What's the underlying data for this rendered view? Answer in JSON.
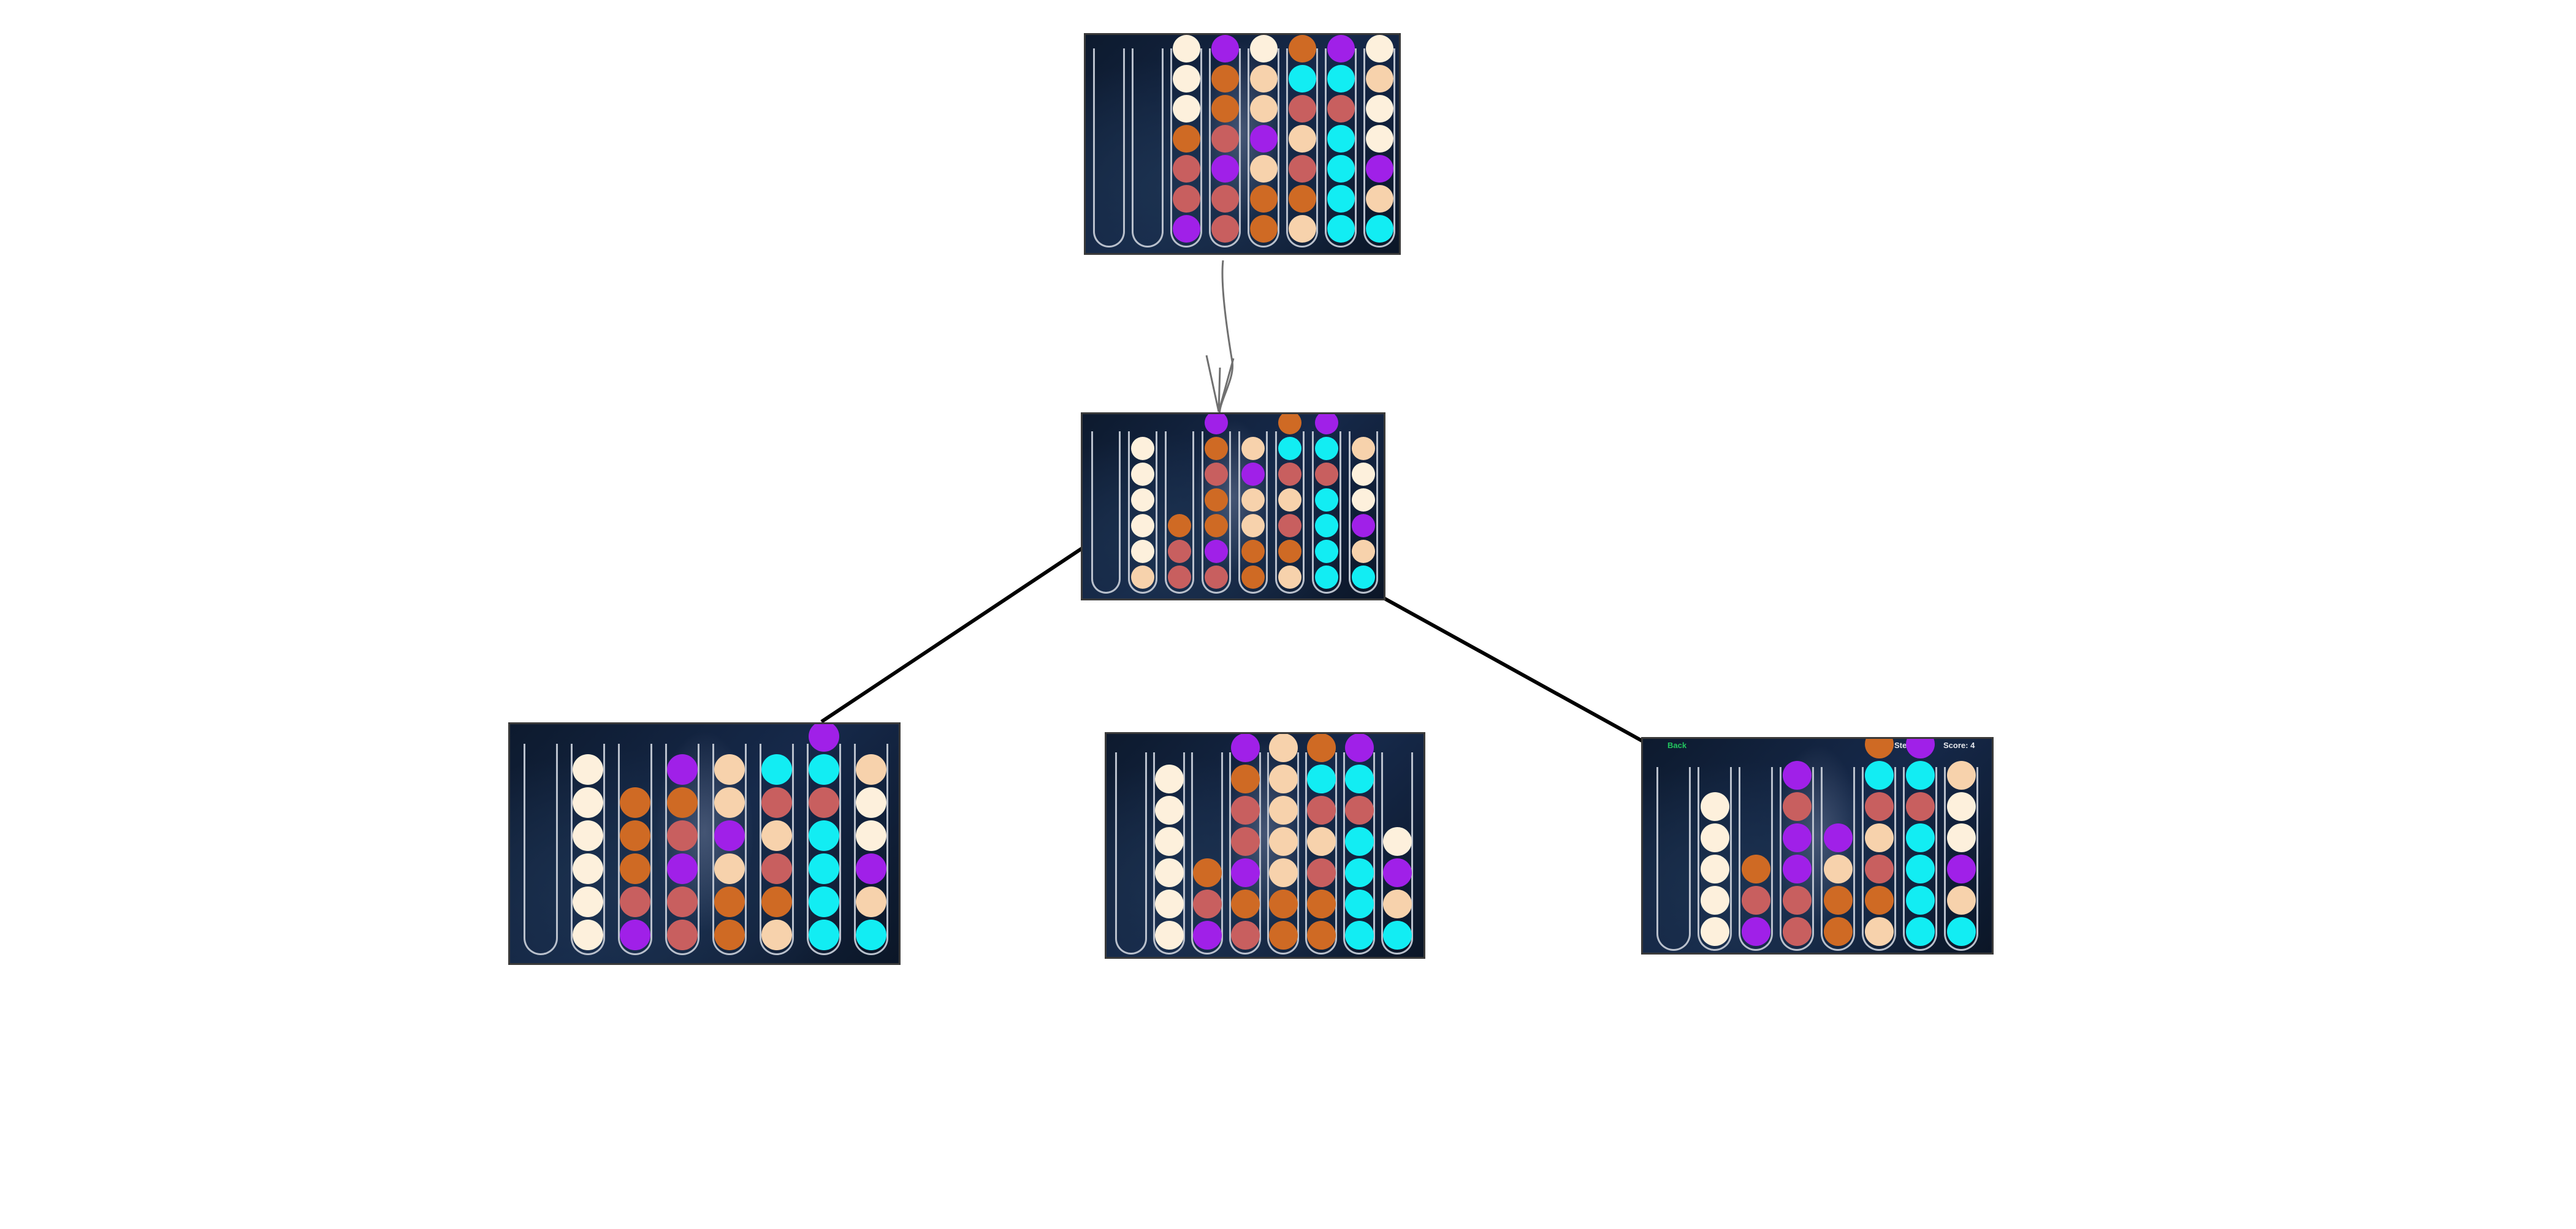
{
  "colors": {
    "cream": "#fdf0dc",
    "orange": "#cf6a24",
    "rose": "#c85f5f",
    "purple": "#a020e8",
    "peach": "#f7d2ac",
    "cyan": "#12edf3"
  },
  "boards": [
    {
      "id": "root",
      "tubes": [
        [],
        [],
        [
          "purple",
          "rose",
          "rose",
          "orange",
          "cream",
          "cream",
          "cream"
        ],
        [
          "rose",
          "rose",
          "purple",
          "rose",
          "orange",
          "orange",
          "purple"
        ],
        [
          "orange",
          "orange",
          "peach",
          "purple",
          "peach",
          "peach",
          "cream"
        ],
        [
          "peach",
          "orange",
          "rose",
          "peach",
          "rose",
          "cyan",
          "orange"
        ],
        [
          "cyan",
          "cyan",
          "cyan",
          "cyan",
          "rose",
          "cyan",
          "purple"
        ],
        [
          "cyan",
          "peach",
          "purple",
          "cream",
          "cream",
          "peach",
          "cream"
        ]
      ]
    },
    {
      "id": "child",
      "tubes": [
        [],
        [
          "peach",
          "cream",
          "cream",
          "cream",
          "cream",
          "cream"
        ],
        [
          "rose",
          "rose",
          "orange"
        ],
        [
          "rose",
          "purple",
          "orange",
          "orange",
          "rose",
          "orange",
          "purple"
        ],
        [
          "orange",
          "orange",
          "peach",
          "peach",
          "purple",
          "peach"
        ],
        [
          "peach",
          "orange",
          "rose",
          "peach",
          "rose",
          "cyan",
          "orange"
        ],
        [
          "cyan",
          "cyan",
          "cyan",
          "cyan",
          "rose",
          "cyan",
          "purple"
        ],
        [
          "cyan",
          "peach",
          "purple",
          "cream",
          "cream",
          "peach"
        ]
      ]
    },
    {
      "id": "grandchild-left",
      "tubes": [
        [],
        [
          "cream",
          "cream",
          "cream",
          "cream",
          "cream",
          "cream"
        ],
        [
          "purple",
          "rose",
          "orange",
          "orange",
          "orange"
        ],
        [
          "rose",
          "rose",
          "purple",
          "rose",
          "orange",
          "purple"
        ],
        [
          "orange",
          "orange",
          "peach",
          "purple",
          "peach",
          "peach"
        ],
        [
          "peach",
          "orange",
          "rose",
          "peach",
          "rose",
          "cyan"
        ],
        [
          "cyan",
          "cyan",
          "cyan",
          "cyan",
          "rose",
          "cyan",
          "purple"
        ],
        [
          "cyan",
          "peach",
          "purple",
          "cream",
          "cream",
          "peach"
        ]
      ]
    },
    {
      "id": "grandchild-middle",
      "tubes": [
        [],
        [
          "cream",
          "cream",
          "cream",
          "cream",
          "cream",
          "cream"
        ],
        [
          "purple",
          "rose",
          "orange"
        ],
        [
          "rose",
          "orange",
          "purple",
          "rose",
          "rose",
          "orange",
          "purple"
        ],
        [
          "orange",
          "orange",
          "peach",
          "peach",
          "peach",
          "peach",
          "peach"
        ],
        [
          "orange",
          "orange",
          "rose",
          "peach",
          "rose",
          "cyan",
          "orange"
        ],
        [
          "cyan",
          "cyan",
          "cyan",
          "cyan",
          "rose",
          "cyan",
          "purple"
        ],
        [
          "cyan",
          "peach",
          "purple",
          "cream"
        ]
      ]
    },
    {
      "id": "grandchild-right",
      "hud": {
        "back": "Back",
        "status": "",
        "step": "Step: 48",
        "score": "Score: 4"
      },
      "tubes": [
        [],
        [
          "cream",
          "cream",
          "cream",
          "cream",
          "cream"
        ],
        [
          "purple",
          "rose",
          "orange"
        ],
        [
          "rose",
          "rose",
          "purple",
          "purple",
          "rose",
          "purple"
        ],
        [
          "orange",
          "orange",
          "peach",
          "purple"
        ],
        [
          "peach",
          "orange",
          "rose",
          "peach",
          "rose",
          "cyan",
          "orange"
        ],
        [
          "cyan",
          "cyan",
          "cyan",
          "cyan",
          "rose",
          "cyan",
          "purple"
        ],
        [
          "cyan",
          "peach",
          "purple",
          "cream",
          "cream",
          "peach"
        ]
      ]
    }
  ]
}
